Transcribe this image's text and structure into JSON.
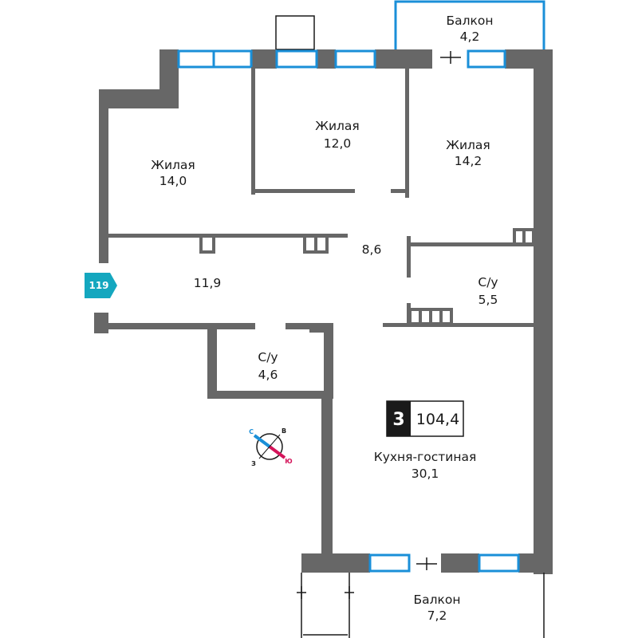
{
  "rooms": {
    "living1": {
      "name": "Жилая",
      "area": "14,0"
    },
    "living2": {
      "name": "Жилая",
      "area": "12,0"
    },
    "living3": {
      "name": "Жилая",
      "area": "14,2"
    },
    "hall": {
      "area": "8,6"
    },
    "corridor": {
      "area": "11,9"
    },
    "bath1": {
      "name": "С/у",
      "area": "5,5"
    },
    "bath2": {
      "name": "С/у",
      "area": "4,6"
    },
    "kitchen": {
      "name": "Кухня-гостиная",
      "area": "30,1"
    },
    "balcony_top": {
      "name": "Балкон",
      "area": "4,2"
    },
    "balcony_bottom": {
      "name": "Балкон",
      "area": "7,2"
    }
  },
  "apartment": {
    "rooms_count": "3",
    "total_area": "104,4",
    "number": "119"
  },
  "compass": {
    "north": "С",
    "east": "В",
    "west": "З",
    "south": "Ю"
  },
  "colors": {
    "wall": "#676767",
    "window": "#1a8fd8",
    "tag": "#14a7bf",
    "south": "#d4145a",
    "north": "#1a8fd8"
  }
}
